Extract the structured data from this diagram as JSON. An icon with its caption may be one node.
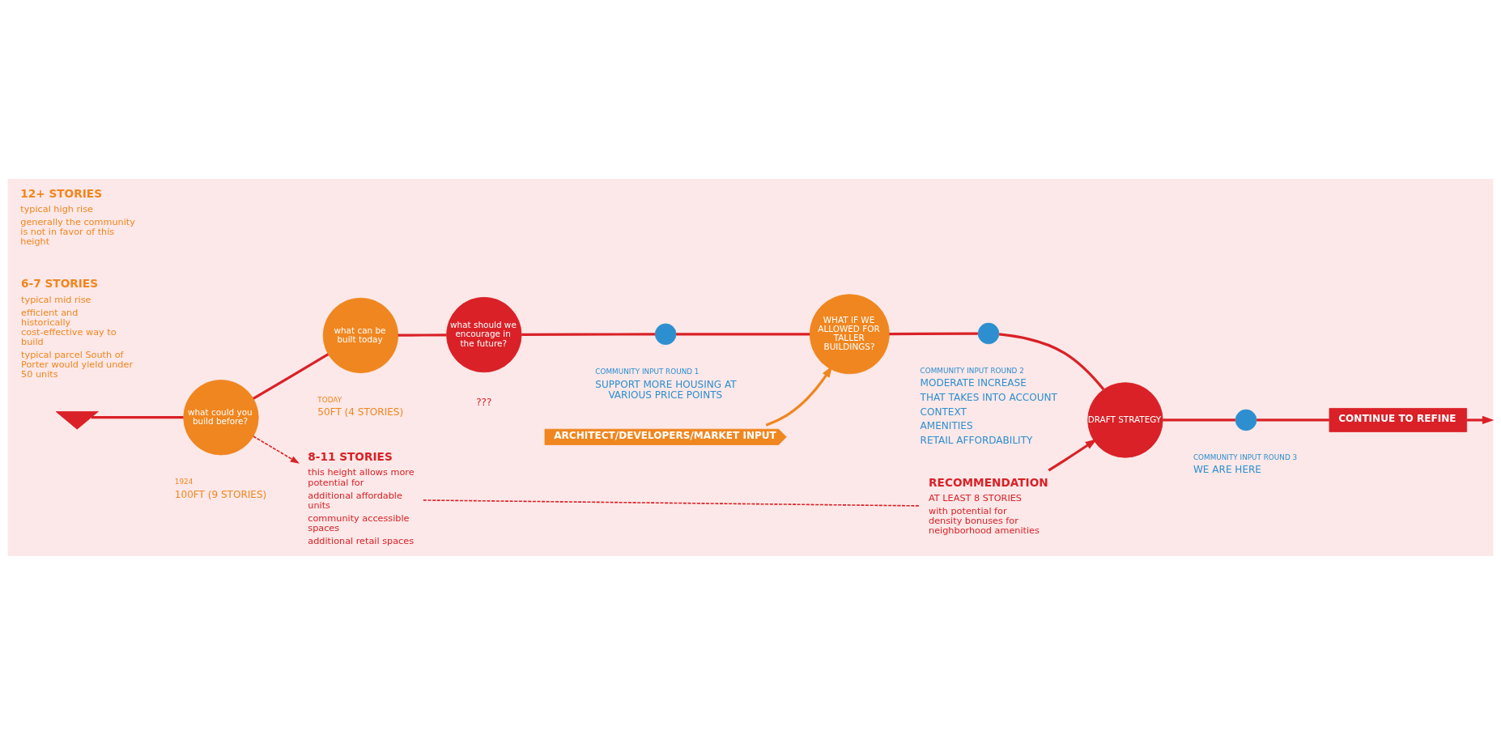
{
  "diagram": {
    "nodes": [
      {
        "text": [],
        "shape": "triangle"
      },
      {
        "text": [
          "what could you build before?"
        ],
        "beside": [
          "1924",
          "100FT (9 STORIES)"
        ]
      },
      {
        "text": [
          "what can be built today"
        ],
        "beside": [
          "TODAY",
          "50FT (4 STORIES)"
        ]
      },
      {
        "text": [
          "what should we encourage in the future?"
        ],
        "beside": [
          "???"
        ]
      },
      {
        "text": [],
        "shape": "circle",
        "beside": [
          "COMMUNITY INPUT ROUND 1",
          "SUPPORT MORE HOUSING AT VARIOUS PRICE POINTS"
        ]
      },
      {
        "text": [
          "WHAT IF WE ALLOWED FOR TALLER BUILDINGS?"
        ]
      },
      {
        "text": [],
        "shape": "circle",
        "beside": [
          "COMMUNITY INPUT ROUND 2",
          "MODERATE INCREASE",
          "THAT TAKES INTO ACCOUNT",
          "CONTEXT",
          "AMENITIES",
          "RETAIL AFFORDABILITY"
        ]
      },
      {
        "text": [
          "DRAFT STRATEGY"
        ]
      },
      {
        "text": [],
        "shape": "circle",
        "beside": [
          "COMMUNITY INPUT ROUND 3",
          "WE ARE HERE"
        ]
      },
      {
        "text": [
          "CONTINUE TO REFINE"
        ]
      },
      {
        "text": [
          "ARCHITECT/DEVELOPERS/MARKET INPUT"
        ]
      },
      {
        "text": [
          "6-7 STORIES",
          "typical mid rise",
          "efficient and historically cost-effective way to build",
          "typical parcel South of Porter would yield under 50 units"
        ]
      },
      {
        "text": [
          "8-11 STORIES",
          "this height allows more potential for",
          "additional affordable units",
          "community accessible spaces",
          "additional retail spaces"
        ]
      },
      {
        "text": [
          "12+ STORIES",
          "typical high rise",
          "generally the community is not in favor of this height"
        ]
      },
      {
        "text": [
          "RECOMMENDATION",
          "AT LEAST 8 STORIES",
          "with potential for density bonuses for neighborhood amenities"
        ]
      }
    ],
    "edges": [
      {
        "from": 0,
        "to": 1,
        "arrow": "none"
      },
      {
        "from": 1,
        "to": 2,
        "arrow": "none"
      },
      {
        "from": 2,
        "to": 3,
        "arrow": "none"
      },
      {
        "from": 3,
        "to": 4,
        "arrow": "none"
      },
      {
        "from": 4,
        "to": 5,
        "arrow": "none"
      },
      {
        "from": 5,
        "to": 6,
        "arrow": "none"
      },
      {
        "from": 6,
        "to": 7,
        "arrow": "none"
      },
      {
        "from": 7,
        "to": 8,
        "arrow": "none"
      },
      {
        "from": 8,
        "to": 9,
        "arrow": "none"
      },
      {
        "from": 9,
        "to": null,
        "arrow": "to"
      },
      {
        "from": 10,
        "to": 5,
        "arrow": "to",
        "color": "#f0861f"
      },
      {
        "from": 1,
        "to": 12,
        "arrow": "to",
        "style": "dashed"
      },
      {
        "from": 12,
        "to": 14,
        "arrow": "none",
        "style": "dashed"
      },
      {
        "from": 14,
        "to": 7,
        "arrow": "to"
      }
    ]
  }
}
